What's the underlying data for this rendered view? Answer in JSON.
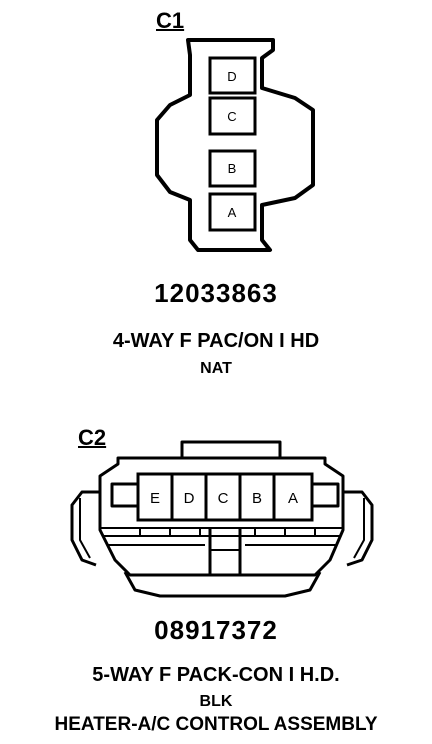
{
  "connectors": [
    {
      "id": "C1",
      "label": "C1",
      "part_number": "12033863",
      "description": "4-WAY F PAC/ON I HD",
      "color": "NAT",
      "pins": [
        "D",
        "C",
        "B",
        "A"
      ]
    },
    {
      "id": "C2",
      "label": "C2",
      "part_number": "08917372",
      "description": "5-WAY F PACK-CON I H.D.",
      "color": "BLK",
      "pins": [
        "E",
        "D",
        "C",
        "B",
        "A"
      ]
    }
  ],
  "footer": {
    "title": "HEATER-A/C CONTROL ASSEMBLY"
  }
}
